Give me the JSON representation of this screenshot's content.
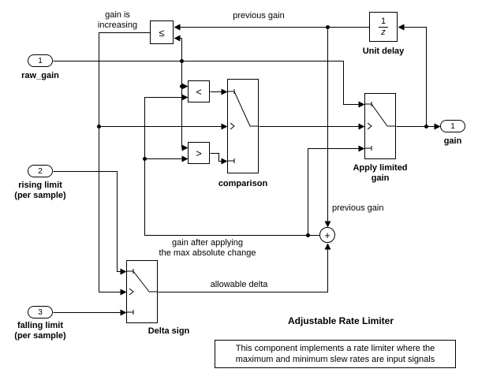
{
  "ports": {
    "raw_gain": {
      "number": "1",
      "label": "raw_gain"
    },
    "rising_limit": {
      "number": "2",
      "line1": "rising limit",
      "line2": "(per sample)"
    },
    "falling_limit": {
      "number": "3",
      "line1": "falling limit",
      "line2": "(per sample)"
    },
    "gain": {
      "number": "1",
      "label": "gain"
    }
  },
  "blocks": {
    "less_equal": {
      "symbol": "≤",
      "caption_line1": "gain is",
      "caption_line2": "increasing"
    },
    "unit_delay": {
      "numerator": "1",
      "denominator": "z",
      "caption": "Unit delay"
    },
    "less_than": {
      "symbol": "<"
    },
    "greater_than": {
      "symbol": ">"
    },
    "comparison": {
      "caption": "comparison"
    },
    "apply_limited_gain": {
      "caption_line1": "Apply limited",
      "caption_line2": "gain"
    },
    "sum": {
      "symbol": "+"
    },
    "delta_sign": {
      "caption": "Delta sign"
    }
  },
  "annotations": {
    "previous_gain_top": "previous gain",
    "previous_gain_sum": "previous gain",
    "gain_after_line1": "gain after applying",
    "gain_after_line2": "the max absolute change",
    "allowable_delta": "allowable delta",
    "title": "Adjustable Rate Limiter",
    "note_line1": "This component implements a rate limiter where the",
    "note_line2": "maximum and minimum slew rates are input signals"
  },
  "colors": {
    "line": "#000000",
    "background": "#ffffff"
  }
}
